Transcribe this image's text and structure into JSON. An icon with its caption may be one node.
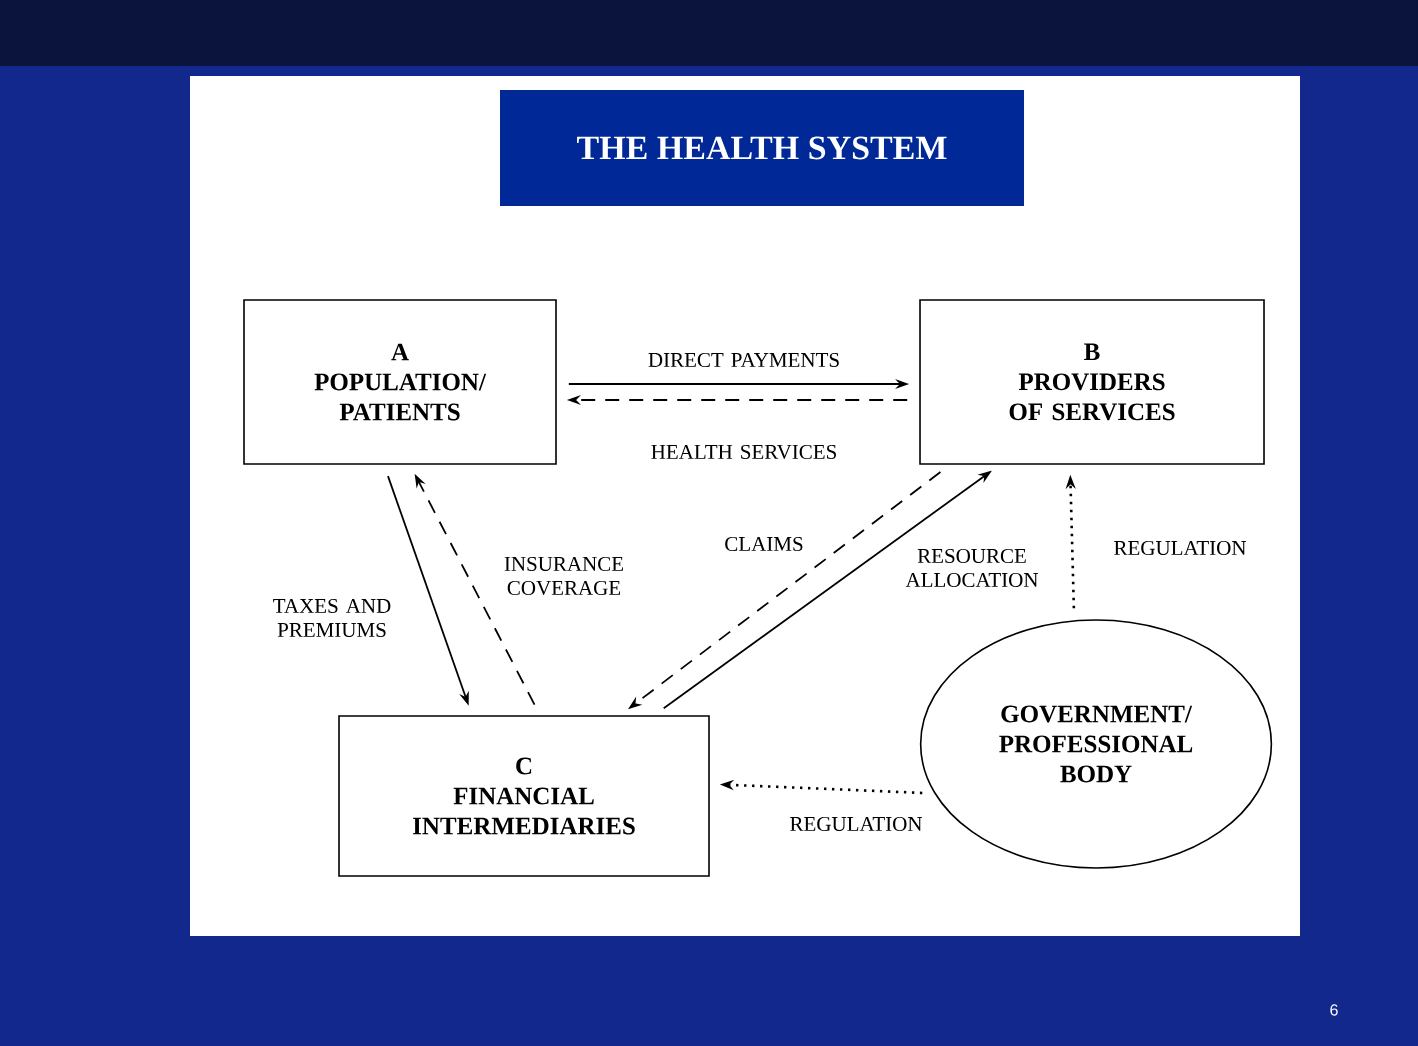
{
  "diagram": {
    "title": "THE HEALTH SYSTEM",
    "nodes": [
      {
        "text": [
          "A",
          "POPULATION/ PATIENTS"
        ]
      },
      {
        "text": [
          "B",
          "PROVIDERS OF SERVICES"
        ]
      },
      {
        "text": [
          "C",
          "FINANCIAL INTERMEDIARIES"
        ]
      },
      {
        "text": [
          "GOVERNMENT/ PROFESSIONAL BODY"
        ]
      }
    ],
    "edges": [
      {
        "from": 0,
        "to": 1,
        "arrow": "to",
        "label": "DIRECT PAYMENTS"
      },
      {
        "from": 1,
        "to": 0,
        "arrow": "to",
        "label": "HEALTH SERVICES",
        "style": "dashed"
      },
      {
        "from": 0,
        "to": 2,
        "arrow": "to",
        "label": "TAXES AND PREMIUMS"
      },
      {
        "from": 2,
        "to": 0,
        "arrow": "to",
        "label": "INSURANCE COVERAGE",
        "style": "dashed"
      },
      {
        "from": 1,
        "to": 2,
        "arrow": "to",
        "label": "CLAIMS",
        "style": "dashed"
      },
      {
        "from": 2,
        "to": 1,
        "arrow": "to",
        "label": "RESOURCE ALLOCATION"
      },
      {
        "from": 3,
        "to": 1,
        "arrow": "to",
        "label": "REGULATION",
        "style": "dashed"
      },
      {
        "from": 3,
        "to": 2,
        "arrow": "to",
        "label": "REGULATION",
        "style": "dashed"
      }
    ],
    "labels": [
      "6"
    ]
  }
}
